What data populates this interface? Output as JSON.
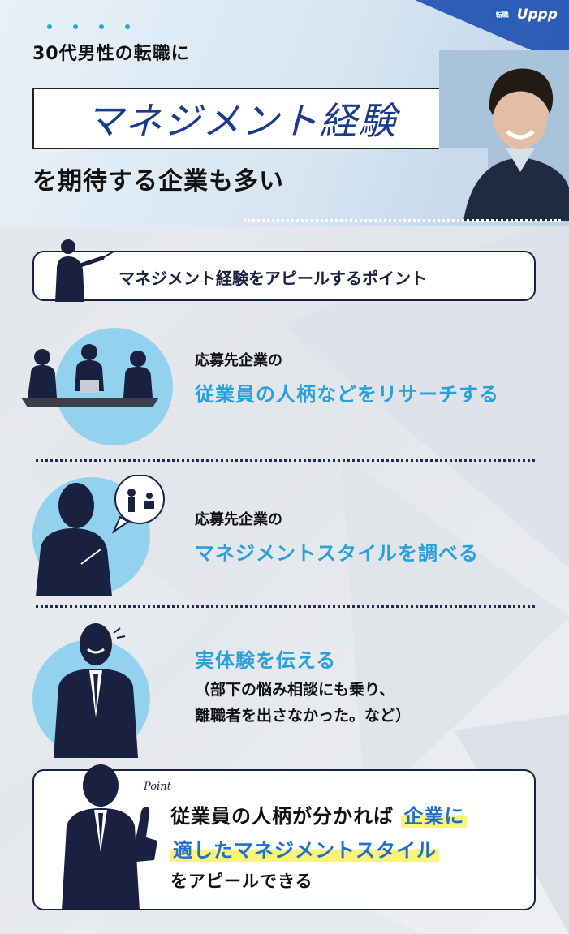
{
  "header": {
    "subtitle": "30代男性の転職に",
    "main": "マネジメント経験",
    "tail": "を期待する企業も多い",
    "logo_badge": "転職",
    "logo_word": "Uppp"
  },
  "point_title": "マネジメント経験をアピールするポイント",
  "items": [
    {
      "lead": "応募先企業の",
      "main": "従業員の人柄などをリサーチする"
    },
    {
      "lead": "応募先企業の",
      "main": "マネジメントスタイルを調べる"
    },
    {
      "main": "実体験を伝える",
      "note_line1": "（部下の悩み相談にも乗り、",
      "note_line2": "離職者を出さなかった。など）"
    }
  ],
  "summary": {
    "script": "Point",
    "line1_a": "従業員の人柄が分かれば",
    "line1_b": "企業に",
    "line2": "適したマネジメントスタイル",
    "line3": "をアピールできる"
  },
  "colors": {
    "accent": "#28a0db",
    "navy": "#1a2140",
    "circle": "#93d2ef",
    "highlight": "#fbf37a"
  }
}
